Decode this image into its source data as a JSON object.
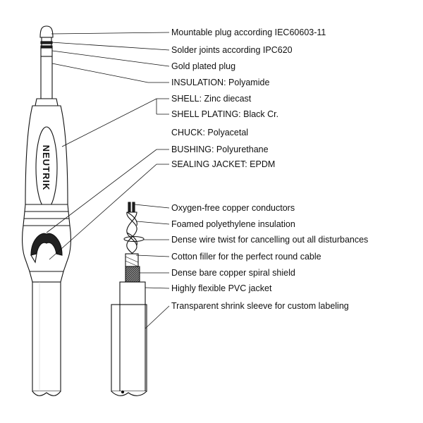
{
  "brand": "NEUTRIK",
  "colors": {
    "stroke": "#111111",
    "background": "#ffffff"
  },
  "plug_labels": [
    "Mountable plug according IEC60603-11",
    "Solder joints according IPC620",
    "Gold plated plug",
    "INSULATION: Polyamide",
    "SHELL: Zinc diecast",
    "SHELL PLATING: Black Cr.",
    "CHUCK: Polyacetal",
    "BUSHING: Polyurethane",
    "SEALING JACKET: EPDM"
  ],
  "cable_labels": [
    "Oxygen-free copper conductors",
    "Foamed polyethylene insulation",
    "Dense wire twist for cancelling out all disturbances",
    "Cotton filler for the perfect round cable",
    "Dense bare copper spiral shield",
    "Highly flexible PVC jacket",
    "Transparent shrink sleeve for custom labeling"
  ]
}
